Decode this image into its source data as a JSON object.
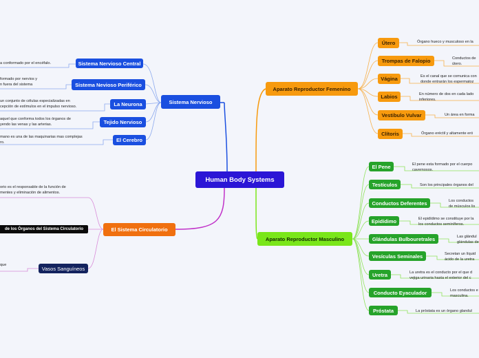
{
  "center": "Human Body Systems",
  "nervioso": {
    "title": "Sistema Nervioso",
    "items": [
      {
        "label": "Sistema Nervioso Central",
        "desc": "a conformado por el encéfalo."
      },
      {
        "label": "Sistema Nevioso Periférico",
        "desc": "formado por nervios y\nn fuera del sistema"
      },
      {
        "label": "La Neurona",
        "desc": "un conjunto de células especializadas en\ncepción de estímulos en el impulso nervioso."
      },
      {
        "label": "Tejido Nervioso",
        "desc": "aquel que conforma todos los órganos de\nyendo las venas y las arterias."
      },
      {
        "label": "El Cerebro",
        "desc": "mano es una de las maquinarias mas complejas\nro."
      }
    ]
  },
  "circulatorio": {
    "title": "El Sistema Circulatorio",
    "desc1": "orio es el responsable de la función de\nmentes y eliminación de alimentos.",
    "item1": "de los Órganos del Sistema Circulatorio",
    "item2": "Vasos Sanguíneos",
    "desc2": "que"
  },
  "femenino": {
    "title": "Aparato Reproductor Femenino",
    "items": [
      {
        "label": "Útero",
        "desc": "Órgano hueco y musculoso en la"
      },
      {
        "label": "Trompas de Falopio",
        "desc": "Conductos de\nútero."
      },
      {
        "label": "Vágina",
        "desc": "Es el canal que se comunica con\ndonde entrarán los espermatoz"
      },
      {
        "label": "Labios",
        "desc": "En número de dos en cada lado\ninferiores."
      },
      {
        "label": "Vestibulo Vulvar",
        "desc": "Un área en forma"
      },
      {
        "label": "Clítoris",
        "desc": "Órgano eréctil y altamente eró"
      }
    ]
  },
  "masculino": {
    "title": "Aparato Reproductor Masculino",
    "items": [
      {
        "label": "El Pene",
        "desc": "El pene esta formado por el cuerpo\ncavernosos."
      },
      {
        "label": "Testículos",
        "desc": "Son los principales órganos del"
      },
      {
        "label": "Conductos Deferentes",
        "desc": "Los conductos\nde músculos lis"
      },
      {
        "label": "Epidídimo",
        "desc": "El epidídimo se constituye por la\nlos conductos seminíferos."
      },
      {
        "label": "Glándulas Bulbouretrales",
        "desc": "Las glándul\nglándulas de"
      },
      {
        "label": "Vesículas Seminales",
        "desc": "Secretan un líquid\nácido de la uretra"
      },
      {
        "label": "Uretra",
        "desc": "La uretra es el conducto por el que d\nvejiga urinaria hasta el exterior del c"
      },
      {
        "label": "Conducto Eyaculador",
        "desc": "Los conductos e\nmasculina."
      },
      {
        "label": "Próstata",
        "desc": "La próstata es un órgano glandul"
      }
    ]
  },
  "colors": {
    "nervioso": "#1a4fe0",
    "circulatorio": "#d36ad6",
    "femenino": "#f79a0e",
    "masculino": "#7ae61a",
    "center": "#2b16d6"
  }
}
